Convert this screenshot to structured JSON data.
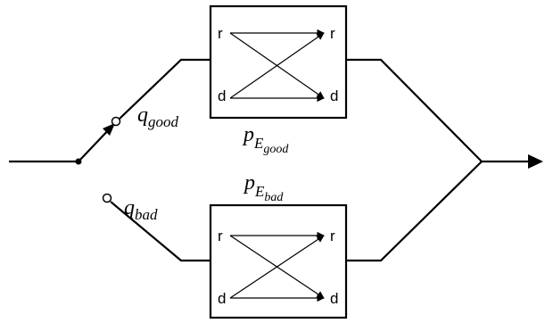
{
  "switches": {
    "good": {
      "var": "q",
      "sub": "good",
      "state": "closed"
    },
    "bad": {
      "var": "q",
      "sub": "bad",
      "state": "open"
    }
  },
  "channels": {
    "good": {
      "var": "p",
      "sub": "E",
      "subsub": "good"
    },
    "bad": {
      "var": "p",
      "sub": "E",
      "subsub": "bad"
    }
  },
  "box_labels": {
    "in_top": "r",
    "in_bottom": "d",
    "out_top": "r",
    "out_bottom": "d"
  }
}
